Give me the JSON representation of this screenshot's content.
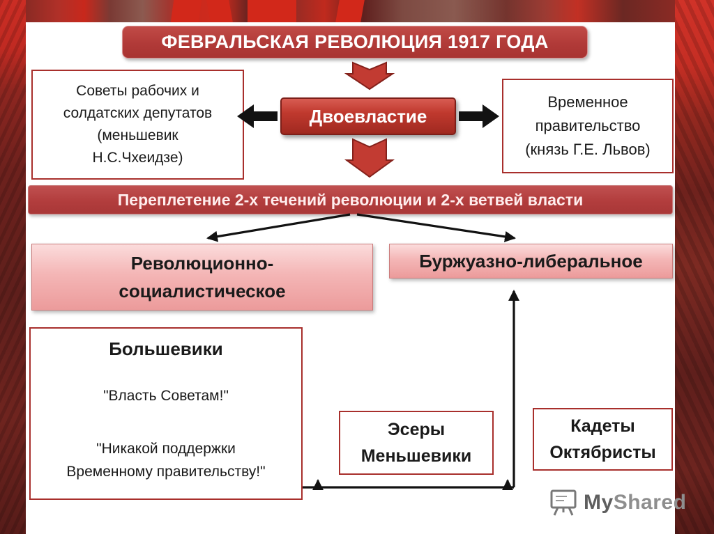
{
  "title": "ФЕВРАЛЬСКАЯ РЕВОЛЮЦИЯ 1917 ГОДА",
  "dual_power": "Двоевластие",
  "soviets_box": {
    "lines": [
      "Советы рабочих и",
      "солдатских депутатов",
      "(меньшевик",
      "Н.С.Чхеидзе)"
    ]
  },
  "provisional_box": {
    "lines": [
      "Временное",
      "правительство",
      "(князь Г.Е. Львов)"
    ]
  },
  "interweave_banner": "Переплетение 2-х течений революции и 2-х ветвей власти",
  "revolutionary_socialist_box": {
    "lines": [
      "Революционно-",
      "социалистическое"
    ]
  },
  "bourgeois_liberal_box": {
    "lines": [
      "Буржуазно-либеральное"
    ]
  },
  "bolsheviks_box": {
    "title": "Большевики",
    "slogan1": "\"Власть Советам!\"",
    "slogan2_lines": [
      "\"Никакой поддержки",
      "Временному правительству!\""
    ]
  },
  "sr_mensheviks_box": {
    "lines": [
      "Эсеры",
      "Меньшевики"
    ]
  },
  "kadets_octobrists_box": {
    "lines": [
      "Кадеты",
      "Октябристы"
    ]
  },
  "watermark": {
    "part1": "My",
    "part2": "Shared"
  },
  "colors": {
    "banner_red": "#b23c3a",
    "box_border_red": "#a82f2c",
    "pink_fill": "#f3b3b3",
    "dark_red_fill": "#b03028",
    "arrow_black": "#121212",
    "arrow_red": "#c23b32"
  }
}
